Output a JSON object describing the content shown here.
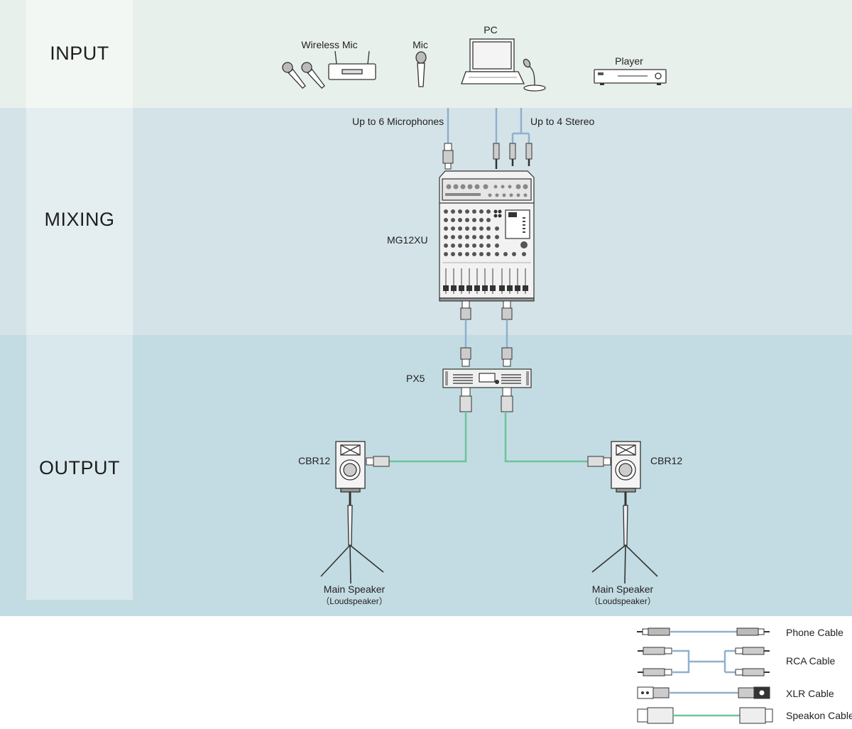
{
  "sections": {
    "input": "INPUT",
    "mixing": "MIXING",
    "output": "OUTPUT"
  },
  "devices": {
    "wireless_mic": "Wireless Mic",
    "mic": "Mic",
    "pc": "PC",
    "player": "Player",
    "mixer": "MG12XU",
    "amp": "PX5",
    "speaker_left": "CBR12",
    "speaker_right": "CBR12",
    "main_speaker_left": "Main Speaker",
    "main_speaker_left_sub": "（Loudspeaker）",
    "main_speaker_right": "Main Speaker",
    "main_speaker_right_sub": "（Loudspeaker）"
  },
  "notes": {
    "mic_count": "Up to 6 Microphones",
    "stereo_count": "Up to 4 Stereo"
  },
  "legend": {
    "phone": "Phone Cable",
    "rca": "RCA Cable",
    "xlr": "XLR Cable",
    "speakon": "Speakon Cable"
  },
  "colors": {
    "signal_cable": "#8fb0d0",
    "speaker_cable": "#6cc49a",
    "input_band": "#e8f0ec",
    "mixing_band": "#d4e3e7",
    "output_band": "#c3dce3"
  }
}
